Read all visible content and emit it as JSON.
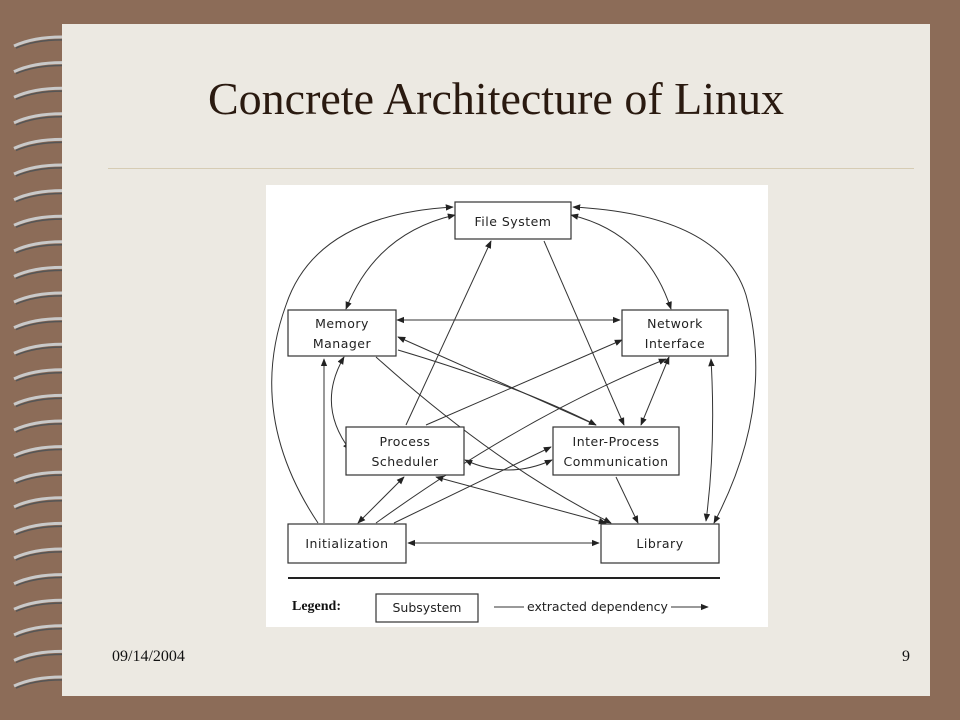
{
  "slide": {
    "title": "Concrete Architecture of Linux",
    "date": "09/14/2004",
    "page_number": "9"
  },
  "diagram": {
    "nodes": {
      "file_system": [
        "File System"
      ],
      "memory_manager": [
        "Memory",
        "Manager"
      ],
      "network_interface": [
        "Network",
        "Interface"
      ],
      "process_scheduler": [
        "Process",
        "Scheduler"
      ],
      "ipc": [
        "Inter-Process",
        "Communication"
      ],
      "initialization": [
        "Initialization"
      ],
      "library": [
        "Library"
      ]
    },
    "legend": {
      "title": "Legend:",
      "subsystem": "Subsystem",
      "dependency": "extracted dependency"
    }
  },
  "colors": {
    "background": "#8c6c58",
    "slide": "#ece9e2",
    "title": "#2a1a10"
  }
}
